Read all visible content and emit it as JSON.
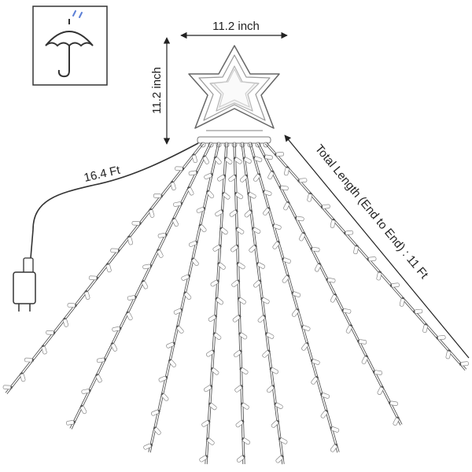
{
  "labels": {
    "star_width": "11.2 inch",
    "star_height": "11.2 inch",
    "lead_cable": "16.4 Ft",
    "total_length": "Total Length (End to End) : 11 Ft"
  },
  "icons": {
    "badge": "umbrella-rain-icon",
    "plug": "plug-adapter-icon",
    "topper": "star-topper-icon"
  },
  "product": {
    "strands": 9
  }
}
